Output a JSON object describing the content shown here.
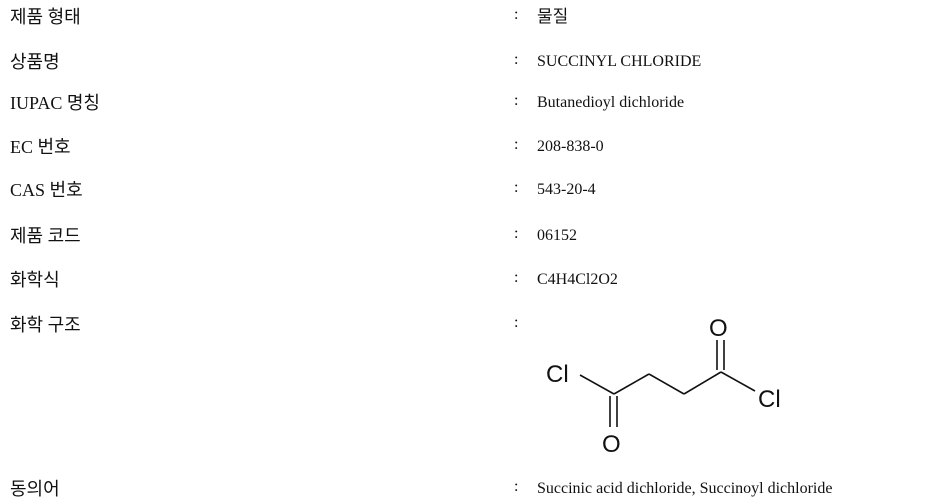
{
  "fields": [
    {
      "label": "제품 형태",
      "value": "물질"
    },
    {
      "label": "상품명",
      "value": "SUCCINYL CHLORIDE"
    },
    {
      "label": "IUPAC 명칭",
      "value": "Butanedioyl dichloride"
    },
    {
      "label": "EC 번호",
      "value": "208-838-0"
    },
    {
      "label": "CAS 번호",
      "value": "543-20-4"
    },
    {
      "label": "제품 코드",
      "value": "06152"
    },
    {
      "label": "화학식",
      "value": "C4H4Cl2O2"
    },
    {
      "label": "화학 구조",
      "value": ""
    },
    {
      "label": "동의어",
      "value": "Succinic acid dichloride, Succinoyl dichloride"
    }
  ],
  "separator": ":",
  "structure": {
    "atoms": {
      "cl_left": "Cl",
      "cl_right": "Cl",
      "o_top": "O",
      "o_bottom": "O"
    }
  }
}
